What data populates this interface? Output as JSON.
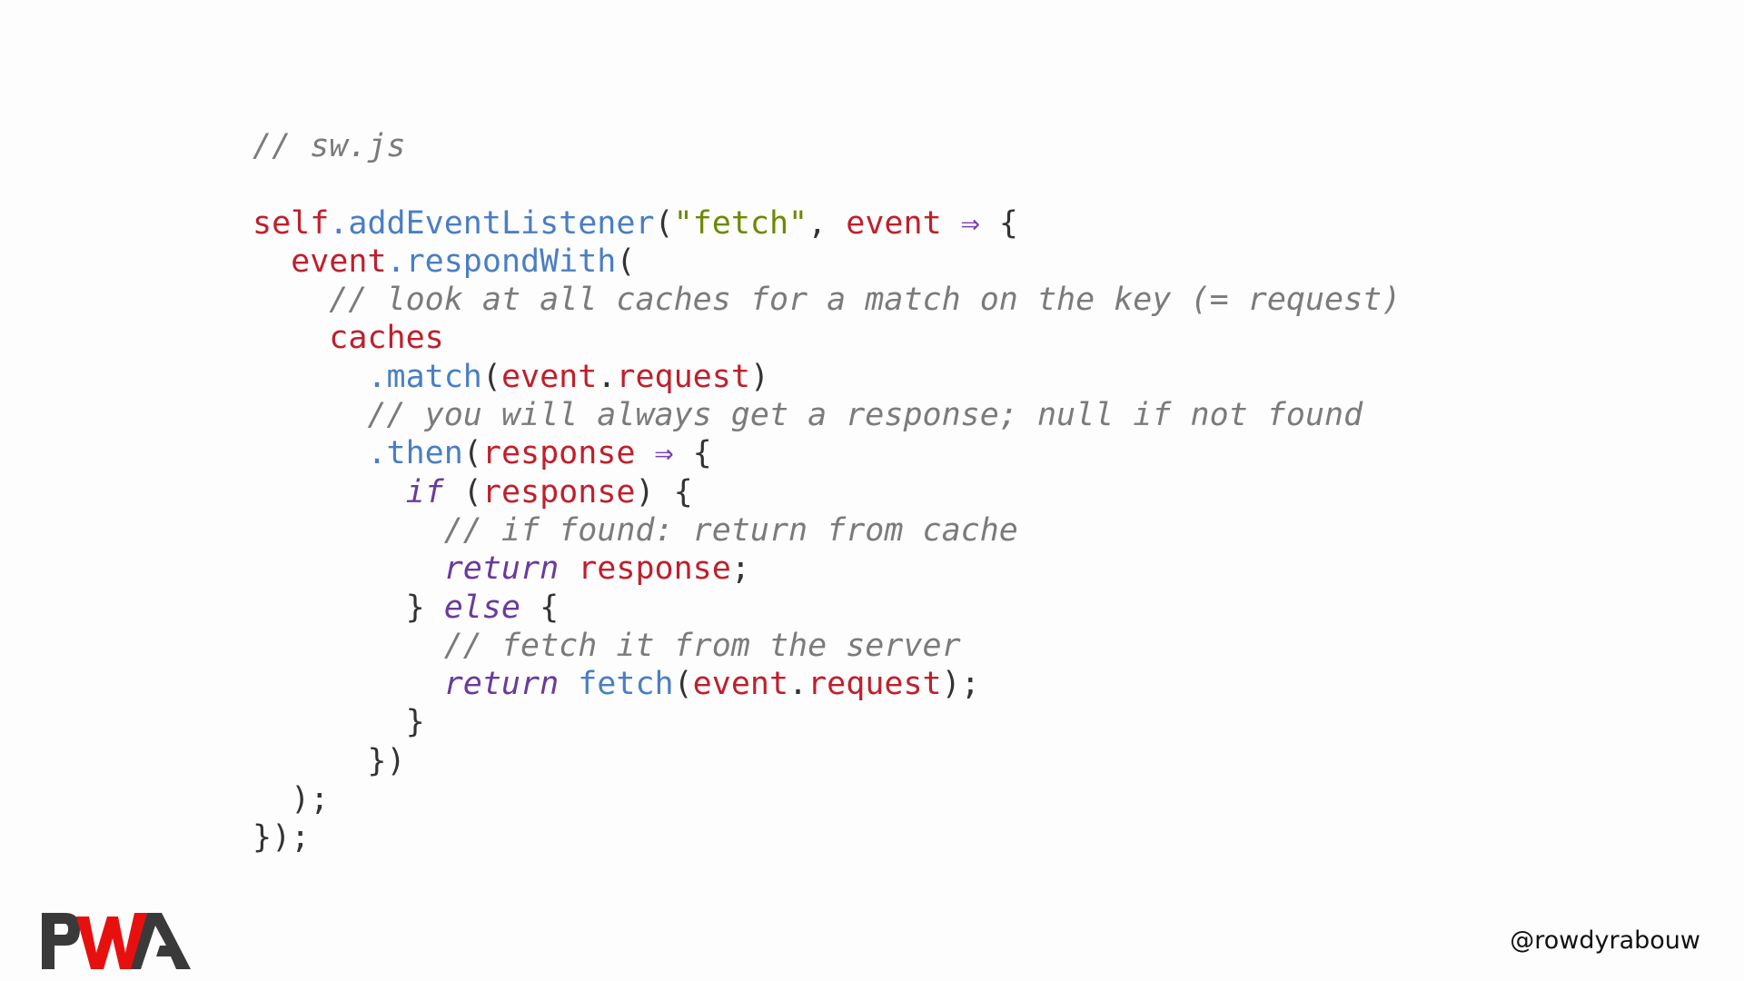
{
  "code": {
    "filename_comment": "// sw.js",
    "lines": [
      [
        {
          "t": "comment",
          "v": "// sw.js"
        }
      ],
      [],
      [
        {
          "t": "var",
          "v": "self"
        },
        {
          "t": "fn",
          "v": ".addEventListener"
        },
        {
          "t": "punc",
          "v": "("
        },
        {
          "t": "str",
          "v": "\"fetch\""
        },
        {
          "t": "punc",
          "v": ", "
        },
        {
          "t": "var",
          "v": "event"
        },
        {
          "t": "op",
          "v": " ⇒ "
        },
        {
          "t": "punc",
          "v": "{"
        }
      ],
      [
        {
          "t": "punc",
          "v": "  "
        },
        {
          "t": "var",
          "v": "event"
        },
        {
          "t": "fn",
          "v": ".respondWith"
        },
        {
          "t": "punc",
          "v": "("
        }
      ],
      [
        {
          "t": "punc",
          "v": "    "
        },
        {
          "t": "comment",
          "v": "// look at all caches for a match on the key (= request)"
        }
      ],
      [
        {
          "t": "punc",
          "v": "    "
        },
        {
          "t": "var",
          "v": "caches"
        }
      ],
      [
        {
          "t": "punc",
          "v": "      "
        },
        {
          "t": "fn",
          "v": ".match"
        },
        {
          "t": "punc",
          "v": "("
        },
        {
          "t": "var",
          "v": "event"
        },
        {
          "t": "punc",
          "v": "."
        },
        {
          "t": "var",
          "v": "request"
        },
        {
          "t": "punc",
          "v": ")"
        }
      ],
      [
        {
          "t": "punc",
          "v": "      "
        },
        {
          "t": "comment",
          "v": "// you will always get a response; null if not found"
        }
      ],
      [
        {
          "t": "punc",
          "v": "      "
        },
        {
          "t": "fn",
          "v": ".then"
        },
        {
          "t": "punc",
          "v": "("
        },
        {
          "t": "var",
          "v": "response"
        },
        {
          "t": "op",
          "v": " ⇒ "
        },
        {
          "t": "punc",
          "v": "{"
        }
      ],
      [
        {
          "t": "punc",
          "v": "        "
        },
        {
          "t": "kw",
          "v": "if"
        },
        {
          "t": "punc",
          "v": " ("
        },
        {
          "t": "var",
          "v": "response"
        },
        {
          "t": "punc",
          "v": ") {"
        }
      ],
      [
        {
          "t": "punc",
          "v": "          "
        },
        {
          "t": "comment",
          "v": "// if found: return from cache"
        }
      ],
      [
        {
          "t": "punc",
          "v": "          "
        },
        {
          "t": "kw",
          "v": "return"
        },
        {
          "t": "punc",
          "v": " "
        },
        {
          "t": "var",
          "v": "response"
        },
        {
          "t": "punc",
          "v": ";"
        }
      ],
      [
        {
          "t": "punc",
          "v": "        } "
        },
        {
          "t": "kw",
          "v": "else"
        },
        {
          "t": "punc",
          "v": " {"
        }
      ],
      [
        {
          "t": "punc",
          "v": "          "
        },
        {
          "t": "comment",
          "v": "// fetch it from the server"
        }
      ],
      [
        {
          "t": "punc",
          "v": "          "
        },
        {
          "t": "kw",
          "v": "return"
        },
        {
          "t": "punc",
          "v": " "
        },
        {
          "t": "fn",
          "v": "fetch"
        },
        {
          "t": "punc",
          "v": "("
        },
        {
          "t": "var",
          "v": "event"
        },
        {
          "t": "punc",
          "v": "."
        },
        {
          "t": "var",
          "v": "request"
        },
        {
          "t": "punc",
          "v": ");"
        }
      ],
      [
        {
          "t": "punc",
          "v": "        }"
        }
      ],
      [
        {
          "t": "punc",
          "v": "      })"
        }
      ],
      [
        {
          "t": "punc",
          "v": "  );"
        }
      ],
      [
        {
          "t": "punc",
          "v": "});"
        }
      ]
    ]
  },
  "logo": {
    "text": "PWA",
    "colors": {
      "dark": "#3a3a3a",
      "red": "#e8100f"
    }
  },
  "footer": {
    "handle": "@rowdyrabouw"
  }
}
